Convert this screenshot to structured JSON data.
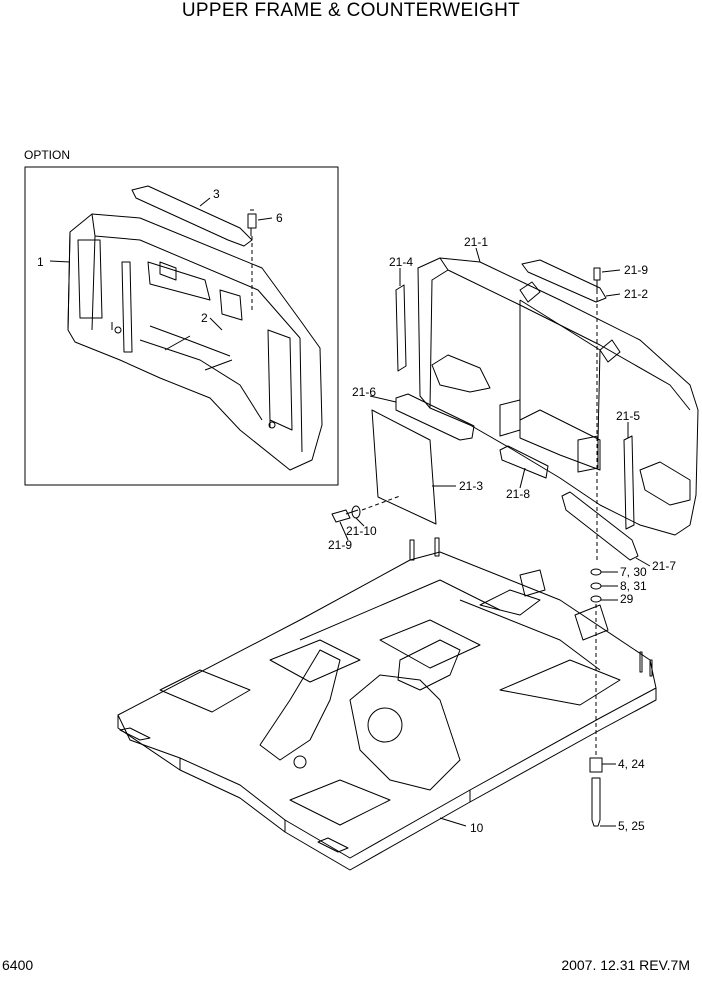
{
  "title": "UPPER FRAME & COUNTERWEIGHT",
  "option_label": "OPTION",
  "footer": {
    "page_code": "6400",
    "date_rev": "2007. 12.31  REV.7M"
  },
  "callouts": [
    {
      "id": "c-1",
      "text": "1"
    },
    {
      "id": "c-2",
      "text": "2"
    },
    {
      "id": "c-3",
      "text": "3"
    },
    {
      "id": "c-6",
      "text": "6"
    },
    {
      "id": "c-21-1",
      "text": "21-1"
    },
    {
      "id": "c-21-2",
      "text": "21-2"
    },
    {
      "id": "c-21-3",
      "text": "21-3"
    },
    {
      "id": "c-21-4",
      "text": "21-4"
    },
    {
      "id": "c-21-5",
      "text": "21-5"
    },
    {
      "id": "c-21-6",
      "text": "21-6"
    },
    {
      "id": "c-21-7",
      "text": "21-7"
    },
    {
      "id": "c-21-8",
      "text": "21-8"
    },
    {
      "id": "c-21-9a",
      "text": "21-9"
    },
    {
      "id": "c-21-9b",
      "text": "21-9"
    },
    {
      "id": "c-21-10",
      "text": "21-10"
    },
    {
      "id": "c-7-30",
      "text": "7, 30"
    },
    {
      "id": "c-8-31",
      "text": "8, 31"
    },
    {
      "id": "c-29",
      "text": "29"
    },
    {
      "id": "c-4-24",
      "text": "4, 24"
    },
    {
      "id": "c-5-25",
      "text": "5, 25"
    },
    {
      "id": "c-10",
      "text": "10"
    }
  ]
}
